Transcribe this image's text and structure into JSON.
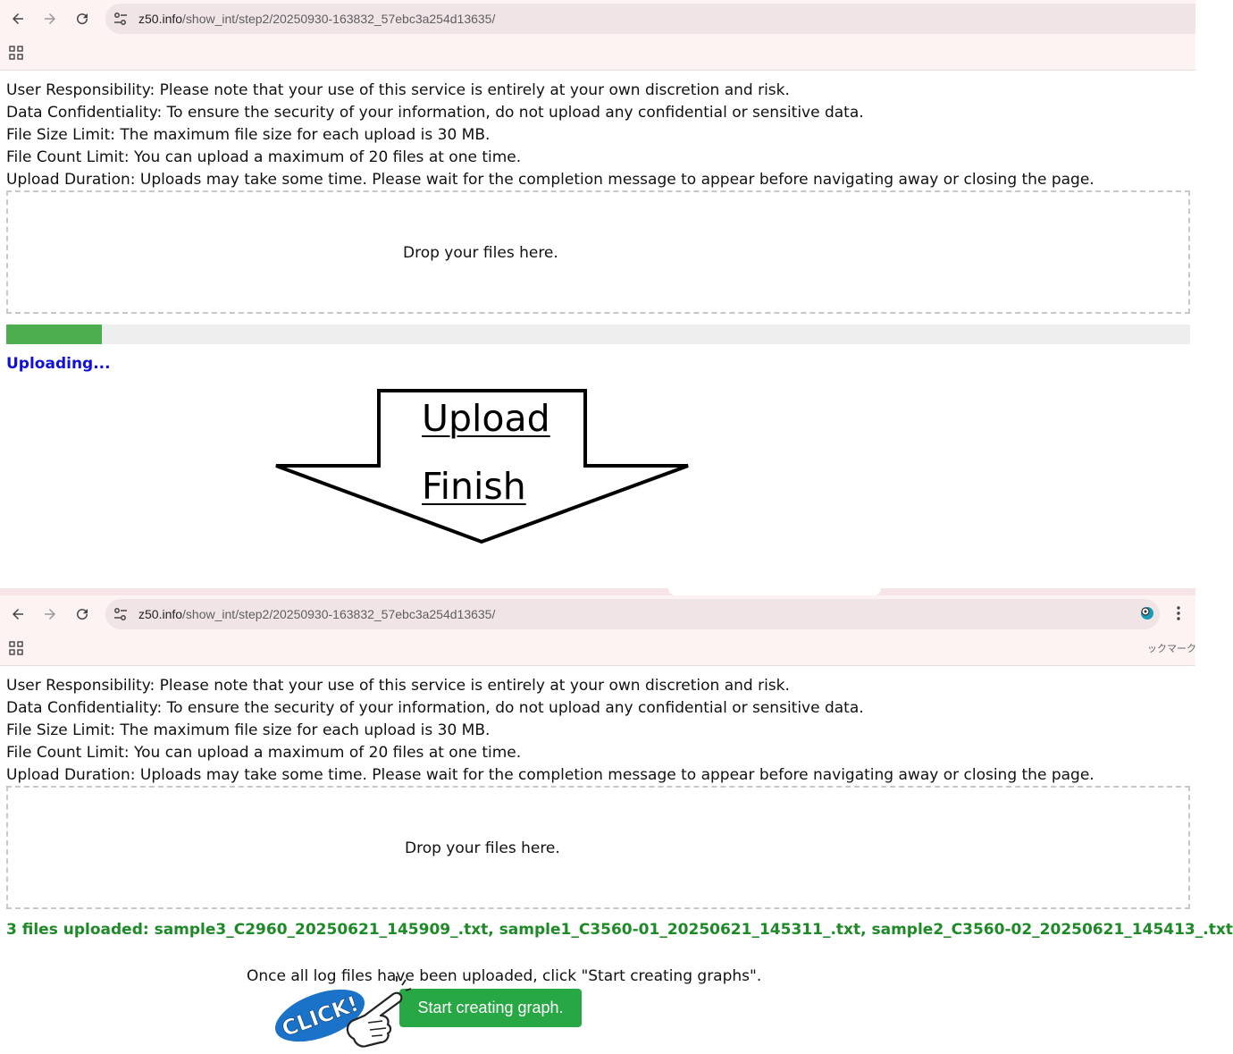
{
  "browser_top": {
    "url_host": "z50.info",
    "url_path": "/show_int/step2/20250930-163832_57ebc3a254d13635/"
  },
  "browser_bottom": {
    "url_host": "z50.info",
    "url_path": "/show_int/step2/20250930-163832_57ebc3a254d13635/",
    "bookmark_text": "ックマーク"
  },
  "notes": [
    "User Responsibility: Please note that your use of this service is entirely at your own discretion and risk.",
    "Data Confidentiality: To ensure the security of your information, do not upload any confidential or sensitive data.",
    "File Size Limit: The maximum file size for each upload is 30 MB.",
    "File Count Limit: You can upload a maximum of 20 files at one time.",
    "Upload Duration: Uploads may take some time. Please wait for the completion message to appear before navigating away or closing the page."
  ],
  "dropzone_text": "Drop your files here.",
  "upload_progress": 0.081,
  "uploading_text": "Uploading...",
  "arrow": {
    "line1": "Upload",
    "line2": "Finish"
  },
  "uploaded_text": "3 files uploaded: sample3_C2960_20250621_145909_.txt, sample1_C3560-01_20250621_145311_.txt, sample2_C3560-02_20250621_145413_.txt",
  "instruction_text": "Once all log files have been uploaded, click \"Start creating graphs\".",
  "start_button_label": "Start creating graph.",
  "click_badge_text": "CLICK!",
  "colors": {
    "progress": "#4cae4f",
    "uploading": "#1010d8",
    "uploaded": "#1d8a27",
    "button": "#28a745",
    "badge": "#1a73c9"
  }
}
